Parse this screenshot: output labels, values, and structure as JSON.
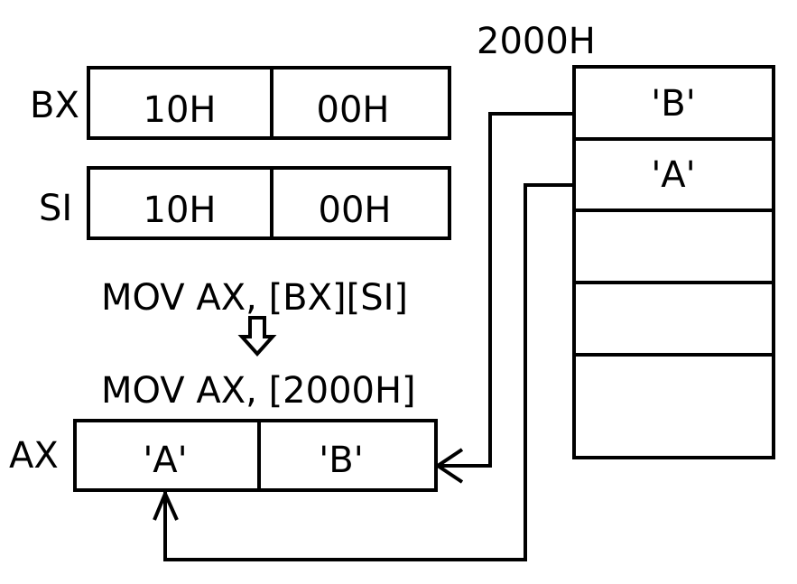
{
  "registers": {
    "bx": {
      "name": "BX",
      "high": "10H",
      "low": "00H"
    },
    "si": {
      "name": "SI",
      "high": "10H",
      "low": "00H"
    },
    "ax": {
      "name": "AX",
      "high": "'A'",
      "low": "'B'"
    }
  },
  "instructions": {
    "original": "MOV AX, [BX][SI]",
    "resolved": "MOV AX, [2000H]"
  },
  "memory": {
    "address_label": "2000H",
    "cells": [
      "'B'",
      "'A'",
      "",
      "",
      ""
    ]
  }
}
